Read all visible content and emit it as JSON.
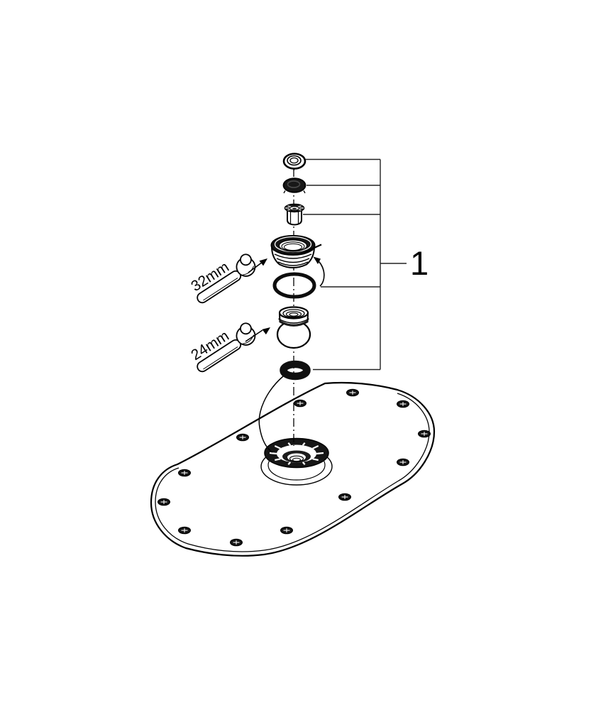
{
  "diagram": {
    "background": "#ffffff",
    "line_color": "#000000",
    "dark_fill": "#161616",
    "callout": {
      "label": "1"
    },
    "tools": {
      "wrench_32": {
        "label": "32mm",
        "icon": "open-end-wrench-icon"
      },
      "wrench_24": {
        "label": "24mm",
        "icon": "open-end-wrench-icon"
      }
    },
    "parts": [
      "flange-washer",
      "rubber-gasket",
      "threaded-insert-nut",
      "union-nut",
      "o-ring",
      "ball-joint",
      "seal-ring",
      "ceiling-mounting-plate"
    ]
  }
}
